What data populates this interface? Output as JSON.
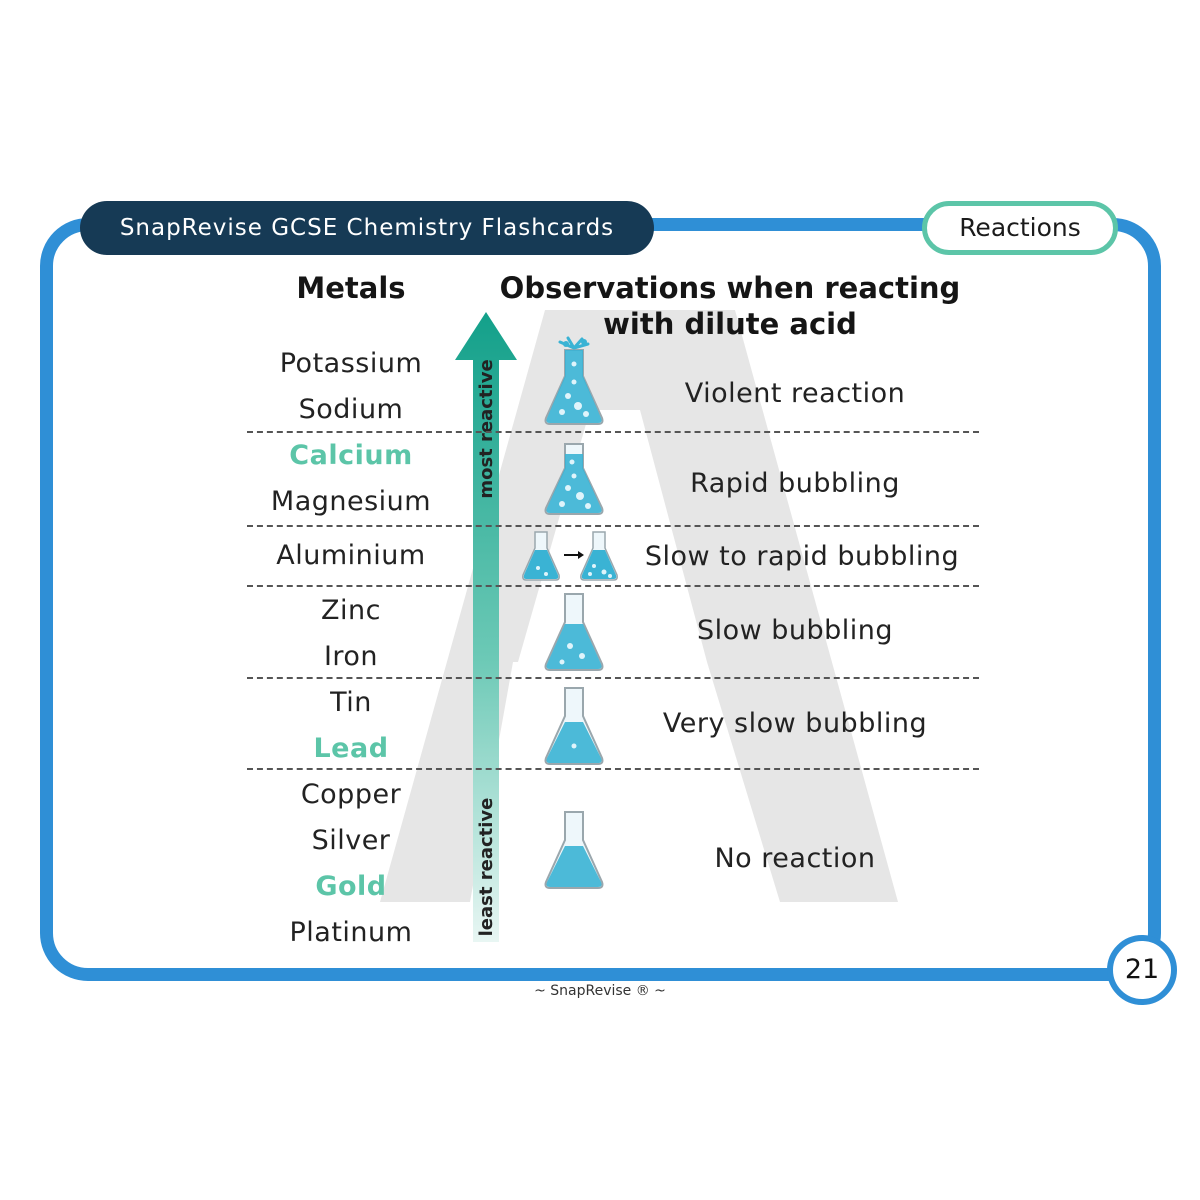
{
  "header": {
    "title": "SnapRevise GCSE Chemistry Flashcards",
    "topic": "Reactions"
  },
  "columns": {
    "metals": "Metals",
    "observations_line1": "Observations when reacting",
    "observations_line2": "with dilute acid"
  },
  "arrow": {
    "top_label": "most reactive",
    "bottom_label": "least reactive"
  },
  "metals": [
    {
      "name": "Potassium",
      "highlight": false
    },
    {
      "name": "Sodium",
      "highlight": false
    },
    {
      "name": "Calcium",
      "highlight": true
    },
    {
      "name": "Magnesium",
      "highlight": false
    },
    {
      "name": "Aluminium",
      "highlight": false
    },
    {
      "name": "Zinc",
      "highlight": false
    },
    {
      "name": "Iron",
      "highlight": false
    },
    {
      "name": "Tin",
      "highlight": false
    },
    {
      "name": "Lead",
      "highlight": true
    },
    {
      "name": "Copper",
      "highlight": false
    },
    {
      "name": "Silver",
      "highlight": false
    },
    {
      "name": "Gold",
      "highlight": true
    },
    {
      "name": "Platinum",
      "highlight": false
    }
  ],
  "observations": [
    {
      "text": "Violent reaction",
      "flask": "violent-flask-icon"
    },
    {
      "text": "Rapid bubbling",
      "flask": "rapid-bubbling-flask-icon"
    },
    {
      "text": "Slow to rapid bubbling",
      "flask": "slow-to-rapid-flasks-icon"
    },
    {
      "text": "Slow bubbling",
      "flask": "slow-bubbling-flask-icon"
    },
    {
      "text": "Very slow bubbling",
      "flask": "very-slow-bubbling-flask-icon"
    },
    {
      "text": "No reaction",
      "flask": "no-reaction-flask-icon"
    }
  ],
  "page_number": "21",
  "footer": "~ SnapRevise ® ~",
  "colors": {
    "border": "#2f8fd6",
    "title_bg": "#163a55",
    "accent": "#5cc5a8",
    "liquid": "#3ab3d4"
  }
}
